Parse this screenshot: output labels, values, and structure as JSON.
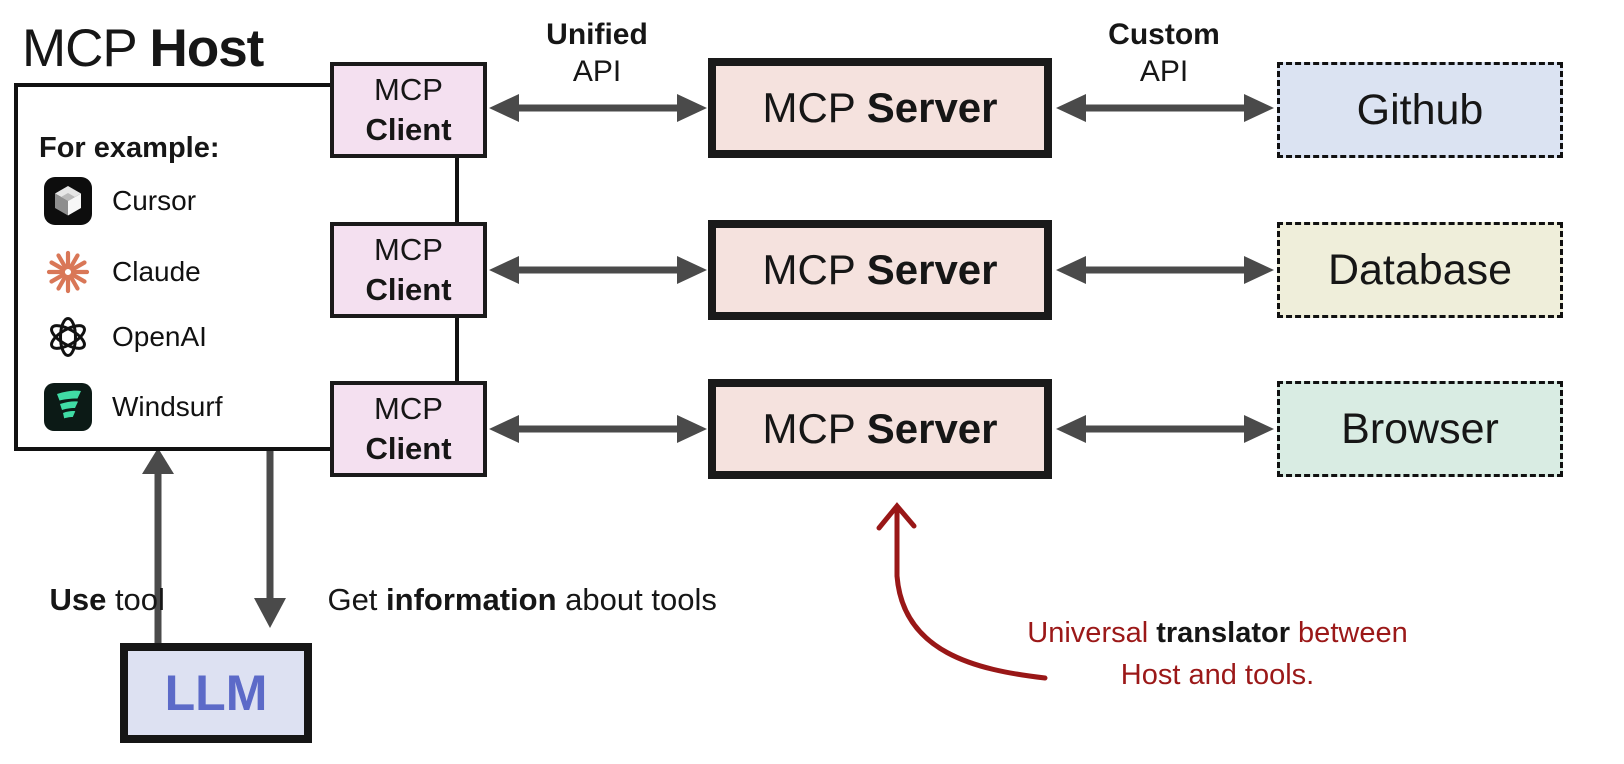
{
  "title": {
    "normal": "MCP ",
    "bold": "Host"
  },
  "host": {
    "example_label": "For example:",
    "apps": [
      {
        "name": "Cursor"
      },
      {
        "name": "Claude"
      },
      {
        "name": "OpenAI"
      },
      {
        "name": "Windsurf"
      }
    ]
  },
  "rows": [
    {
      "client": {
        "top": "MCP",
        "bottom": "Client"
      },
      "server": {
        "normal": "MCP ",
        "bold": "Server"
      },
      "tool": {
        "label": "Github",
        "fill": "#dbe3f2"
      }
    },
    {
      "client": {
        "top": "MCP",
        "bottom": "Client"
      },
      "server": {
        "normal": "MCP ",
        "bold": "Server"
      },
      "tool": {
        "label": "Database",
        "fill": "#efeeda"
      }
    },
    {
      "client": {
        "top": "MCP",
        "bottom": "Client"
      },
      "server": {
        "normal": "MCP ",
        "bold": "Server"
      },
      "tool": {
        "label": "Browser",
        "fill": "#d9ece3"
      }
    }
  ],
  "api_labels": {
    "unified": {
      "line1": "Unified",
      "line2": "API"
    },
    "custom": {
      "line1": "Custom",
      "line2": "API"
    }
  },
  "bottom": {
    "use_bold": "Use",
    "use_rest": " tool",
    "get_pre": "Get ",
    "get_bold": "information",
    "get_post": " about tools"
  },
  "llm": {
    "label": "LLM"
  },
  "annotation": {
    "pre": "Universal ",
    "bold": "translator",
    "post": " between",
    "line2": "Host and tools."
  },
  "colors": {
    "client_fill": "#f4e0f0",
    "server_fill": "#f5e2de",
    "github_fill": "#dbe3f2",
    "database_fill": "#efeeda",
    "browser_fill": "#d9ece3",
    "llm_fill": "#dde1f2",
    "llm_text": "#5c6ac8",
    "arrow_gray": "#4a4a4a",
    "box_border": "#1a1a1a",
    "annotation_red": "#9b1818",
    "claude_coral": "#d97757",
    "windsurf_teal": "#40dca5"
  }
}
